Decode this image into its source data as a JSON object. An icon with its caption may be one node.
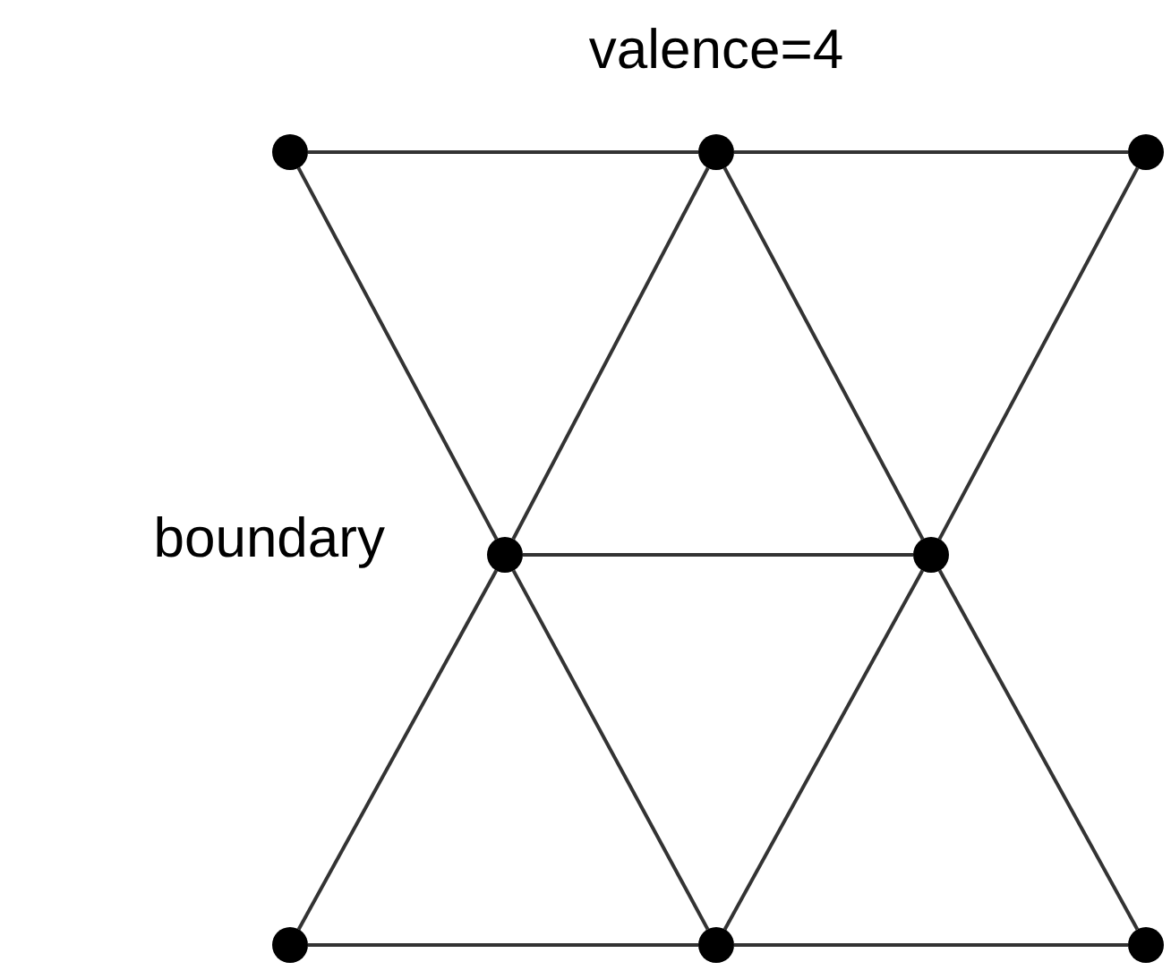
{
  "diagram": {
    "nodes": [
      {
        "text": [],
        "shape": "circle"
      },
      {
        "text": [],
        "shape": "circle",
        "beside": [
          "valence=4"
        ]
      },
      {
        "text": [],
        "shape": "circle"
      },
      {
        "text": [],
        "shape": "circle",
        "beside": [
          "boundary"
        ]
      },
      {
        "text": [],
        "shape": "circle"
      },
      {
        "text": [],
        "shape": "circle"
      },
      {
        "text": [],
        "shape": "circle"
      },
      {
        "text": [],
        "shape": "circle"
      }
    ],
    "edges": [
      {
        "from": 0,
        "to": 1,
        "arrow": "none"
      },
      {
        "from": 1,
        "to": 2,
        "arrow": "none"
      },
      {
        "from": 0,
        "to": 3,
        "arrow": "none"
      },
      {
        "from": 1,
        "to": 3,
        "arrow": "none"
      },
      {
        "from": 1,
        "to": 4,
        "arrow": "none"
      },
      {
        "from": 2,
        "to": 4,
        "arrow": "none"
      },
      {
        "from": 3,
        "to": 4,
        "arrow": "none"
      },
      {
        "from": 3,
        "to": 5,
        "arrow": "none"
      },
      {
        "from": 3,
        "to": 6,
        "arrow": "none"
      },
      {
        "from": 4,
        "to": 6,
        "arrow": "none"
      },
      {
        "from": 4,
        "to": 7,
        "arrow": "none"
      },
      {
        "from": 5,
        "to": 6,
        "arrow": "none"
      },
      {
        "from": 6,
        "to": 7,
        "arrow": "none"
      }
    ]
  }
}
